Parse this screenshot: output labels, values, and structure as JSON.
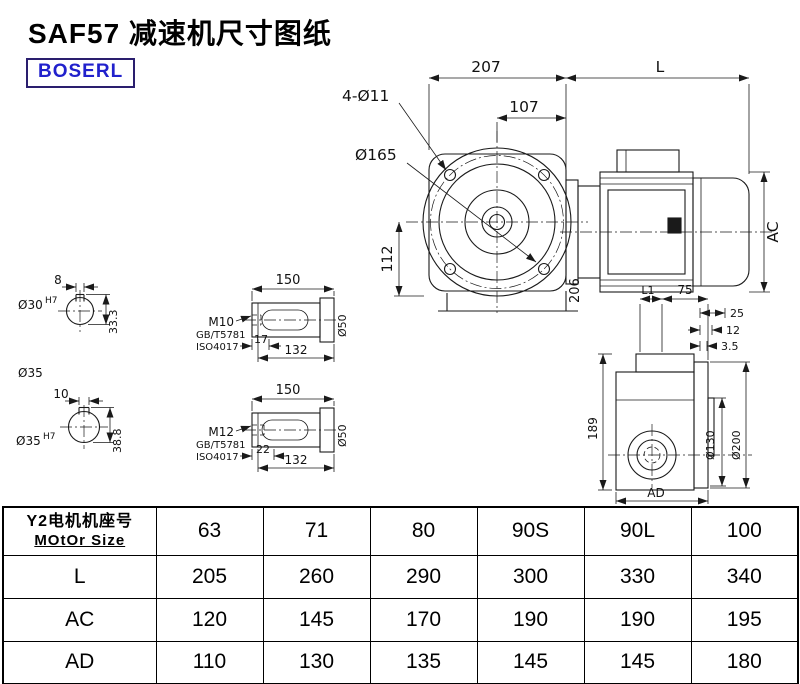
{
  "page": {
    "title": "SAF57 减速机尺寸图纸",
    "brand": "BOSERL"
  },
  "main_view": {
    "dim_width_total": "207",
    "dim_motor_length": "L",
    "dim_bolt_holes": "4-Ø11",
    "dim_flange_offset": "107",
    "dim_flange_dia": "Ø165",
    "dim_center_height": "112",
    "dim_motor_height": "AC",
    "dim_depth": "206"
  },
  "shaft_bore_1": {
    "dim_key_width": "8",
    "dim_bore": "Ø30",
    "tolerance": "H7",
    "dim_key_height": "33.3"
  },
  "label_shaft_dia": "Ø35",
  "shaft_bore_2": {
    "dim_key_width": "10",
    "dim_bore": "Ø35",
    "tolerance": "H7",
    "dim_key_height": "38.8"
  },
  "shaft_detail_1": {
    "dim_length": "150",
    "thread": "M10",
    "standard_1": "GB/T5781",
    "standard_2": "ISO4017",
    "dim_thread_depth": "17",
    "dim_body": "132",
    "dim_dia": "Ø50"
  },
  "shaft_detail_2": {
    "dim_length": "150",
    "thread": "M12",
    "standard_1": "GB/T5781",
    "standard_2": "ISO4017",
    "dim_thread_depth": "22",
    "dim_body": "132",
    "dim_dia": "Ø50"
  },
  "side_view": {
    "dim_l1": "L1",
    "dim_75": "75",
    "dim_25": "25",
    "dim_12": "12",
    "dim_3_5": "3.5",
    "dim_height": "189",
    "dim_spigot_dia": "Ø130",
    "dim_flange_dia": "Ø200",
    "dim_ad": "AD"
  },
  "table": {
    "motor_row": {
      "label_cn": "Y2电机机座号",
      "label_en": "MOtOr Size",
      "values": [
        "63",
        "71",
        "80",
        "90S",
        "90L",
        "100"
      ]
    },
    "rows": [
      {
        "label": "L",
        "values": [
          "205",
          "260",
          "290",
          "300",
          "330",
          "340"
        ]
      },
      {
        "label": "AC",
        "values": [
          "120",
          "145",
          "170",
          "190",
          "190",
          "195"
        ]
      },
      {
        "label": "AD",
        "values": [
          "110",
          "130",
          "135",
          "145",
          "145",
          "180"
        ]
      }
    ]
  }
}
